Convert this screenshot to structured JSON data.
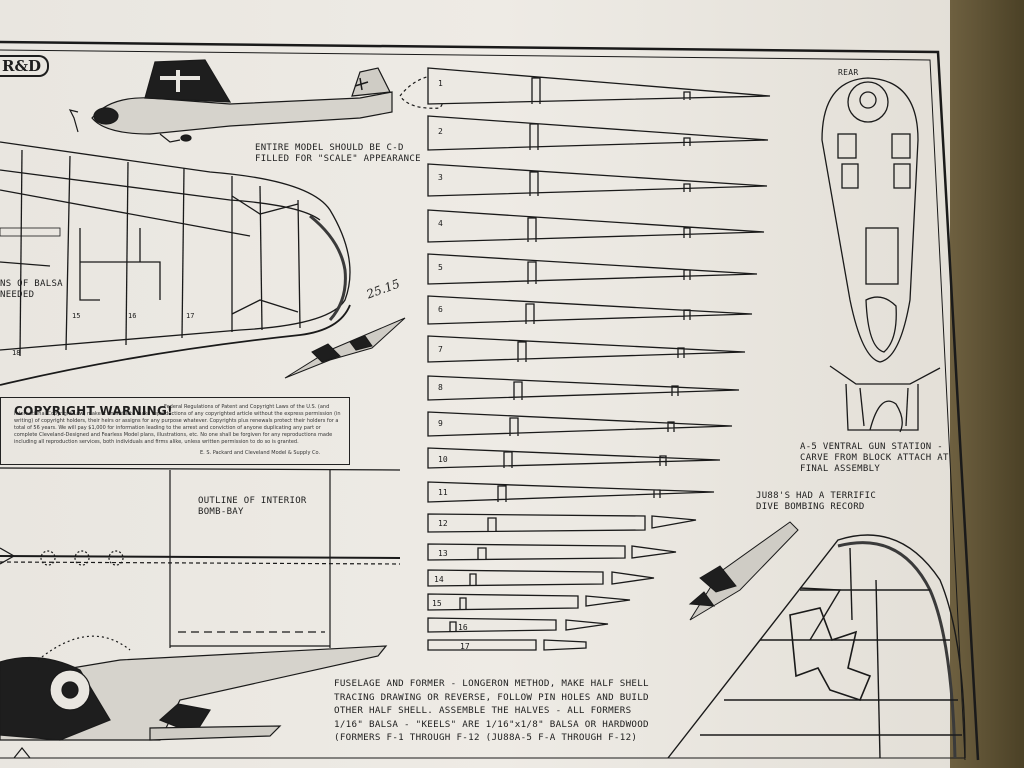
{
  "logo_text": "R&D",
  "notes": {
    "scale": "ENTIRE MODEL SHOULD BE C-D\nFILLED FOR \"SCALE\" APPEARANCE",
    "balsa": "NS OF BALSA\n NEEDED",
    "bomb_bay": "OUTLINE OF INTERIOR\nBOMB-BAY",
    "rear": "REAR",
    "gun_station": "A-5 VENTRAL GUN STATION -\nCARVE FROM BLOCK ATTACH AT\nFINAL ASSEMBLY",
    "dive": "JU88'S HAD A TERRIFIC\nDIVE BOMBING RECORD",
    "fuselage": "FUSELAGE AND FORMER - LONGERON METHOD, MAKE HALF SHELL\nTRACING DRAWING OR REVERSE, FOLLOW PIN HOLES AND BUILD\nOTHER HALF SHELL.  ASSEMBLE THE HALVES - ALL FORMERS\n1/16\" BALSA - \"KEELS\" ARE 1/16\"x1/8\" BALSA OR HARDWOOD\n(FORMERS F-1 THROUGH F-12 (JU88A-5 F-A THROUGH F-12)",
    "handwritten": "25.15"
  },
  "copyright": {
    "title": "COPYRIGHT WARNING!",
    "body": "Federal Regulations of Patent and Copyright Laws of the U.S. (and International Copyright Law) make it unlawful to make reproductions of any copyrighted article without the express permission (in writing) of copyright holders, their heirs or assigns for any purpose whatever. Copyrights plus renewals protect their holders for a total of 56 years. We will pay $1,000 for information leading to the arrest and conviction of anyone duplicating any part or complete Cleveland-Designed and Fearless Model plans, illustrations, etc. No one shall be forgiven for any reproductions made including all reproduction services, both individuals and firms alike, unless written permission to do so is granted.",
    "signature": "E. S. Packard and Cleveland Model & Supply Co."
  },
  "wing_labels": [
    "15",
    "16",
    "17",
    "18"
  ],
  "parts": [
    "1",
    "2",
    "3",
    "4",
    "5",
    "6",
    "7",
    "8",
    "9",
    "10",
    "11",
    "12",
    "13",
    "14",
    "15",
    "16",
    "17"
  ]
}
